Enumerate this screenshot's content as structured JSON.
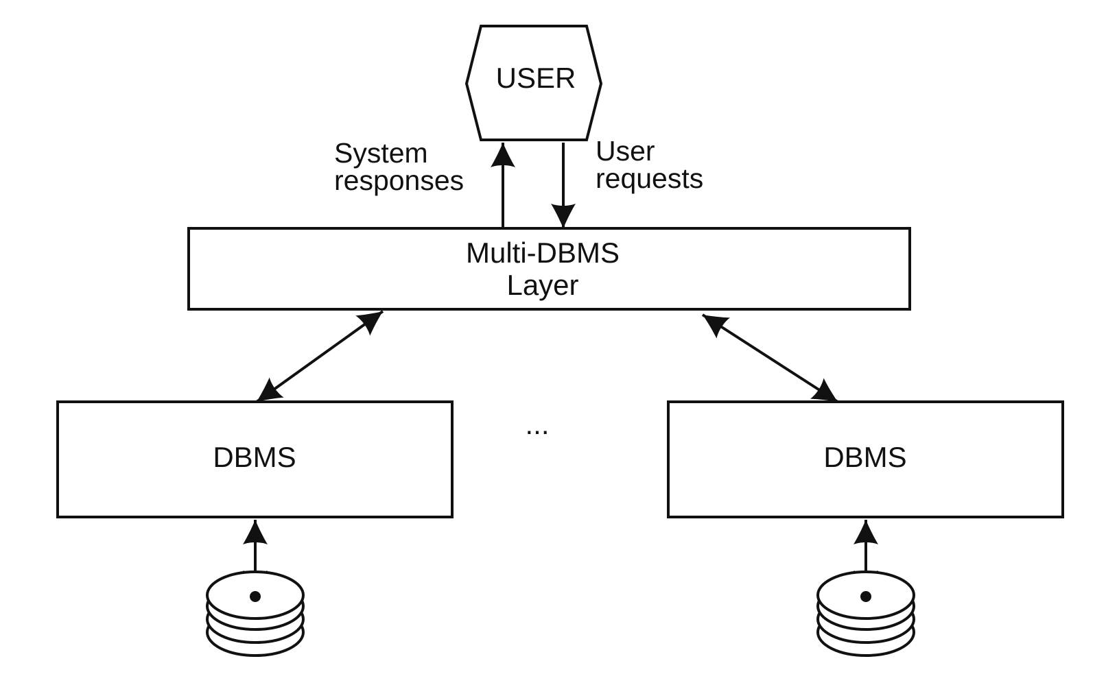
{
  "diagram": {
    "user": {
      "label": "USER"
    },
    "layer": {
      "line1": "Multi-DBMS",
      "line2": "Layer"
    },
    "dbms_left": {
      "label": "DBMS"
    },
    "dbms_right": {
      "label": "DBMS"
    },
    "ellipsis": "...",
    "edges": {
      "responses": {
        "line1": "System",
        "line2": "responses"
      },
      "requests": {
        "line1": "User",
        "line2": "requests"
      }
    },
    "icons": {
      "storage": "disk-stack-icon",
      "arrowhead": "arrowhead-icon"
    },
    "colors": {
      "stroke": "#111111",
      "background": "#ffffff"
    }
  }
}
